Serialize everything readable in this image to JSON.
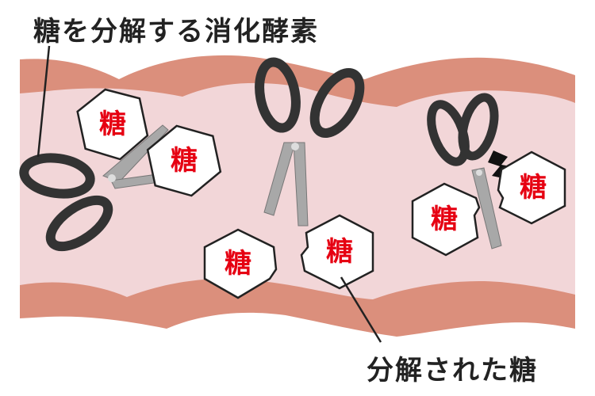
{
  "labels": {
    "enzyme": "糖を分解する消化酵素",
    "broken_sugar": "分解された糖"
  },
  "sugar_label": "糖",
  "colors": {
    "wall": "#db8f7c",
    "lumen": "#f2d6d8",
    "sugar_text": "#e60012",
    "scissor_handle": "#333333",
    "scissor_blade": "#a8a8a8"
  }
}
